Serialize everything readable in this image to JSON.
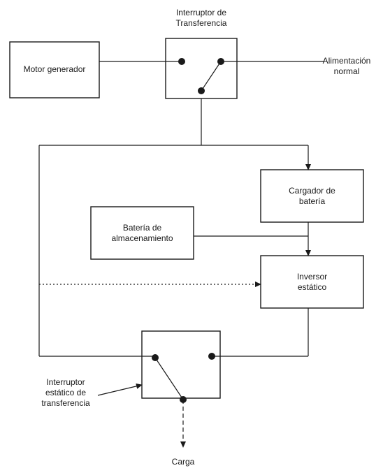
{
  "labels": {
    "transfer_switch": [
      "Interruptor de",
      "Transferencia"
    ],
    "motor_generator": "Motor generador",
    "normal_power": [
      "Alimentación",
      "normal"
    ],
    "battery_charger": [
      "Cargador de",
      "batería"
    ],
    "storage_battery": [
      "Batería de",
      "almacenamiento"
    ],
    "static_inverter": [
      "Inversor",
      "estático"
    ],
    "static_transfer_switch": [
      "Interruptor",
      "estático de",
      "transferencia"
    ],
    "load": "Carga"
  },
  "colors": {
    "ink": "#1a1a1a",
    "background": "#ffffff"
  }
}
